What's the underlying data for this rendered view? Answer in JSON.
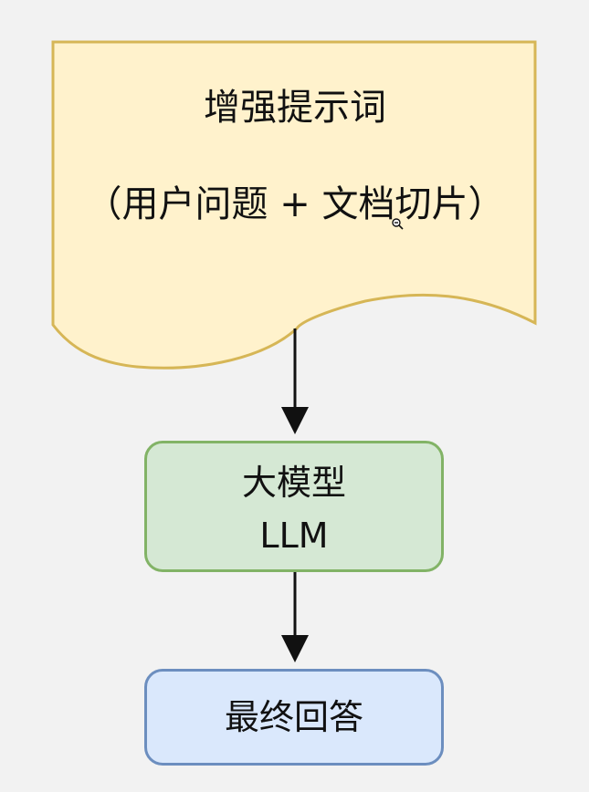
{
  "diagram": {
    "document_node": {
      "title": "增强提示词",
      "subtitle": "（用户问题 + 文档切片）",
      "fill_color": "#fff2cc",
      "stroke_color": "#d6b656"
    },
    "llm_node": {
      "line1": "大模型",
      "line2": "LLM",
      "fill_color": "#d5e8d4",
      "stroke_color": "#82b366"
    },
    "answer_node": {
      "label": "最终回答",
      "fill_color": "#dae8fc",
      "stroke_color": "#6c8ebf"
    },
    "edges": [
      {
        "from": "document_node",
        "to": "llm_node"
      },
      {
        "from": "llm_node",
        "to": "answer_node"
      }
    ],
    "cursor_icon": "zoom-out-icon"
  }
}
